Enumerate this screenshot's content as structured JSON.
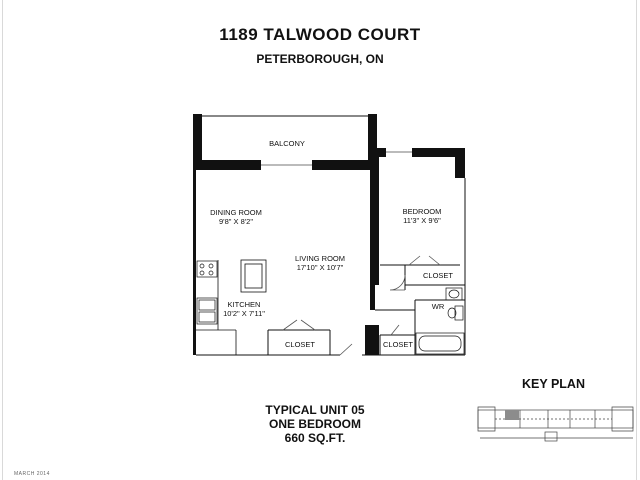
{
  "header": {
    "address": "1189 TALWOOD COURT",
    "city": "PETERBOROUGH, ON"
  },
  "rooms": {
    "balcony": {
      "name": "BALCONY"
    },
    "dining": {
      "name": "DINING ROOM",
      "size": "9'8\" X 8'2\""
    },
    "living": {
      "name": "LIVING ROOM",
      "size": "17'10\" X 10'7\""
    },
    "kitchen": {
      "name": "KITCHEN",
      "size": "10'2\" X 7'11\""
    },
    "bedroom": {
      "name": "BEDROOM",
      "size": "11'3\" X 9'6\""
    },
    "closet_bedroom": {
      "name": "CLOSET"
    },
    "closet_main": {
      "name": "CLOSET"
    },
    "closet_hall": {
      "name": "CLOSET"
    },
    "washroom": {
      "name": "WR"
    }
  },
  "unit": {
    "line1": "TYPICAL UNIT 05",
    "line2": "ONE BEDROOM",
    "line3": "660 SQ.FT."
  },
  "key_plan": {
    "title": "KEY PLAN"
  },
  "footer": {
    "date": "MARCH 2014"
  },
  "colors": {
    "wall": "#111111",
    "highlight_unit": "#8c8c8c",
    "frame": "#d9d9d9"
  }
}
